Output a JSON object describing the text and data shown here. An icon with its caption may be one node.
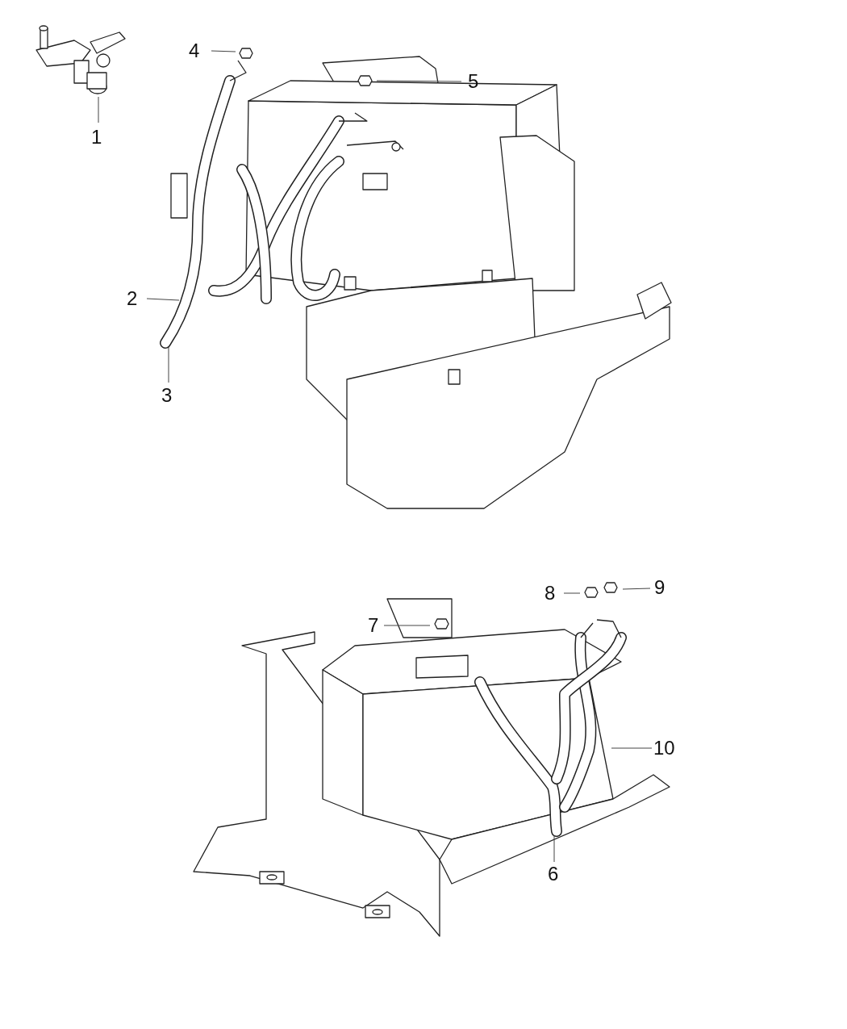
{
  "diagram": {
    "nodes": [
      {
        "text": [
          "1"
        ]
      },
      {
        "text": [
          "4"
        ]
      },
      {
        "text": [
          "5"
        ]
      },
      {
        "text": [
          "2"
        ]
      },
      {
        "text": [
          "3"
        ]
      },
      {
        "text": [
          "8"
        ]
      },
      {
        "text": [
          "9"
        ]
      },
      {
        "text": [
          "7"
        ]
      },
      {
        "text": [
          "10"
        ]
      },
      {
        "text": [
          "6"
        ]
      }
    ],
    "edges": [
      {
        "from": 0,
        "to": null,
        "arrow": "none"
      },
      {
        "from": 1,
        "to": null,
        "arrow": "none"
      },
      {
        "from": 2,
        "to": null,
        "arrow": "none"
      },
      {
        "from": 3,
        "to": null,
        "arrow": "none"
      },
      {
        "from": 4,
        "to": null,
        "arrow": "none"
      },
      {
        "from": 5,
        "to": null,
        "arrow": "none"
      },
      {
        "from": 6,
        "to": null,
        "arrow": "none"
      },
      {
        "from": 7,
        "to": null,
        "arrow": "none"
      },
      {
        "from": 8,
        "to": null,
        "arrow": "none"
      },
      {
        "from": 9,
        "to": null,
        "arrow": "none"
      }
    ]
  }
}
